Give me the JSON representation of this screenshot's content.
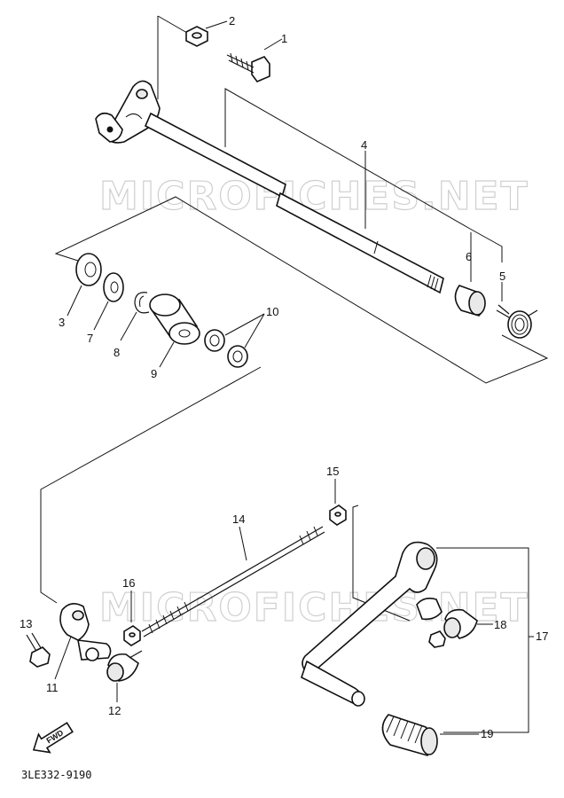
{
  "watermark": "MICROFICHES.NET",
  "fwd_label": "FWD",
  "diagram_code": "3LE332-9190",
  "callouts": {
    "c1": "1",
    "c2": "2",
    "c3": "3",
    "c4": "4",
    "c5": "5",
    "c6": "6",
    "c7": "7",
    "c8": "8",
    "c9": "9",
    "c10": "10",
    "c11": "11",
    "c12": "12",
    "c13": "13",
    "c14": "14",
    "c15": "15",
    "c16": "16",
    "c17": "17",
    "c18": "18",
    "c19": "19"
  }
}
